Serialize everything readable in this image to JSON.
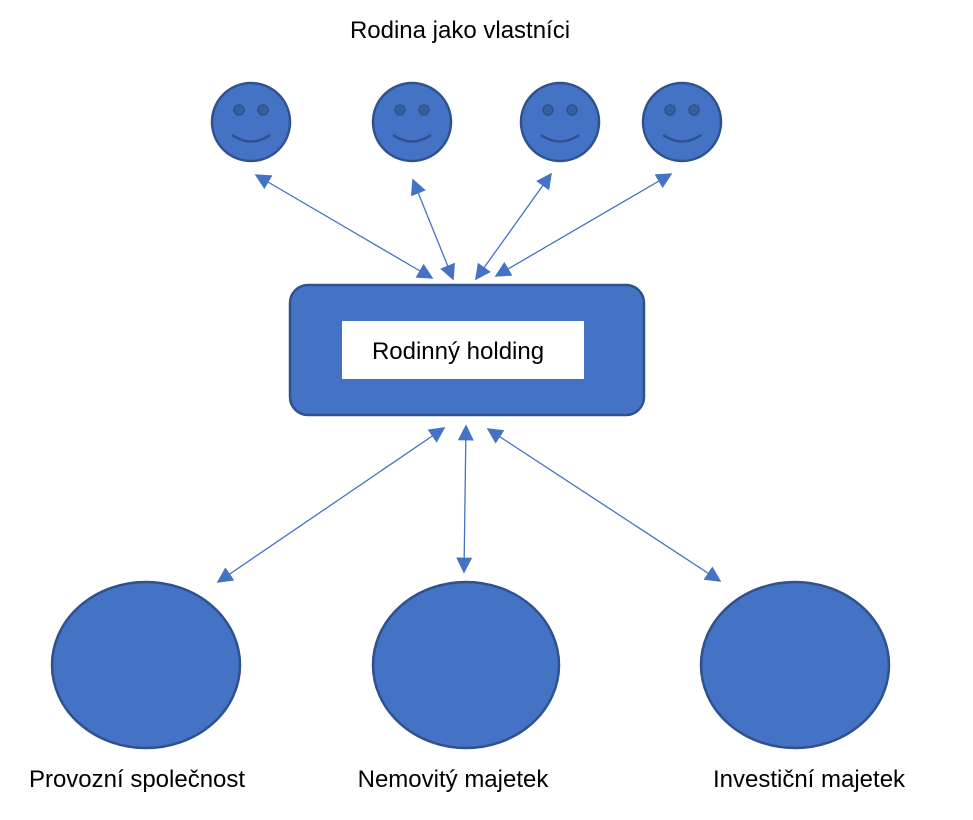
{
  "title": "Rodina jako vlastníci",
  "colors": {
    "fill": "#4472C4",
    "stroke": "#2F528F",
    "arrow": "#4472C4",
    "label_bg": "#FFFFFF",
    "text": "#000000"
  },
  "owners": [
    {
      "id": "owner-1",
      "icon": "smiley-face-icon"
    },
    {
      "id": "owner-2",
      "icon": "smiley-face-icon"
    },
    {
      "id": "owner-3",
      "icon": "smiley-face-icon"
    },
    {
      "id": "owner-4",
      "icon": "smiley-face-icon"
    }
  ],
  "holding": {
    "label": "Rodinný holding"
  },
  "subsidiaries": [
    {
      "id": "operating-company",
      "label": "Provozní společnost"
    },
    {
      "id": "real-estate",
      "label": "Nemovitý majetek"
    },
    {
      "id": "investment-assets",
      "label": "Investiční majetek"
    }
  ],
  "connections": [
    {
      "from": "owner-1",
      "to": "holding",
      "type": "bidirectional"
    },
    {
      "from": "owner-2",
      "to": "holding",
      "type": "bidirectional"
    },
    {
      "from": "owner-3",
      "to": "holding",
      "type": "bidirectional"
    },
    {
      "from": "owner-4",
      "to": "holding",
      "type": "bidirectional"
    },
    {
      "from": "holding",
      "to": "operating-company",
      "type": "bidirectional"
    },
    {
      "from": "holding",
      "to": "real-estate",
      "type": "bidirectional"
    },
    {
      "from": "holding",
      "to": "investment-assets",
      "type": "bidirectional"
    }
  ]
}
